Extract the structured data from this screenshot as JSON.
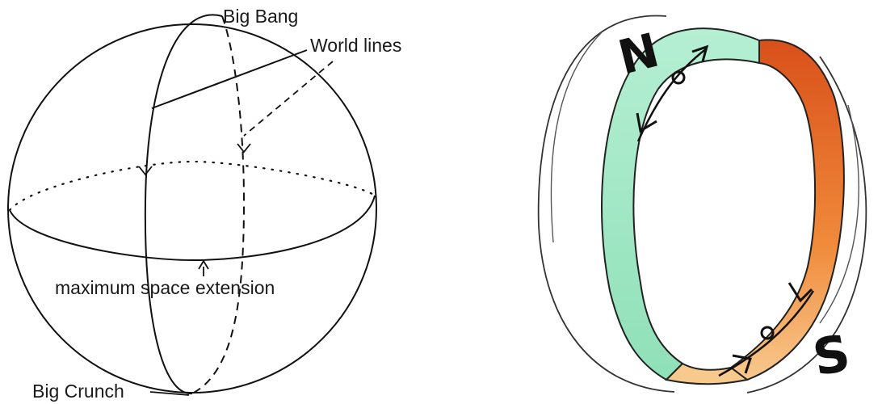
{
  "left_diagram": {
    "labels": {
      "big_bang": "Big Bang",
      "world_lines": "World lines",
      "maximum_space_extension": "maximum space extension",
      "big_crunch": "Big Crunch"
    }
  },
  "right_diagram": {
    "labels": {
      "north": "N",
      "south": "S"
    },
    "colors": {
      "band_green": "#9fe6c4",
      "band_orange_top": "#e0581a",
      "band_orange_bottom": "#f6c080",
      "band_bottom_front": "#f7c98c"
    }
  }
}
